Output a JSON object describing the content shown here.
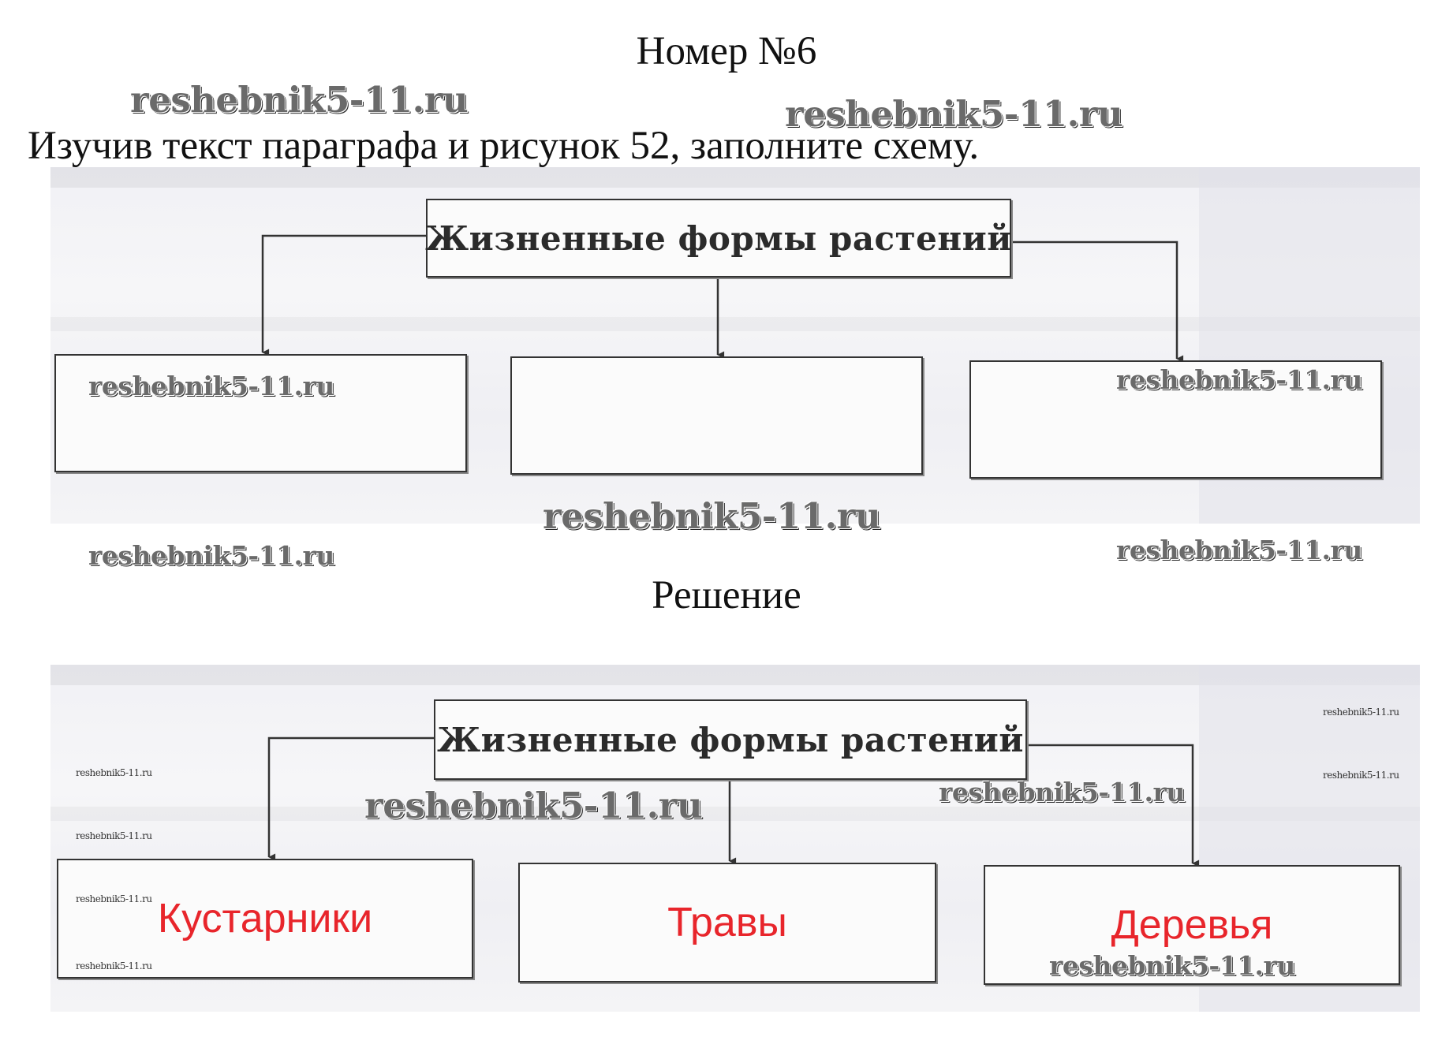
{
  "page": {
    "number_title": "Номер №6",
    "task_text": "Изучив текст параграфа и рисунок 52, заполните схему.",
    "solution_title": "Решение"
  },
  "task_diagram": {
    "root": "Жизненные формы растений",
    "children": [
      "",
      "",
      ""
    ]
  },
  "solution_diagram": {
    "root": "Жизненные формы растений",
    "children": [
      "Кустарники",
      "Травы",
      "Деревья"
    ],
    "answer_color": "#e8252b"
  },
  "watermark": "reshebnik5-11.ru"
}
